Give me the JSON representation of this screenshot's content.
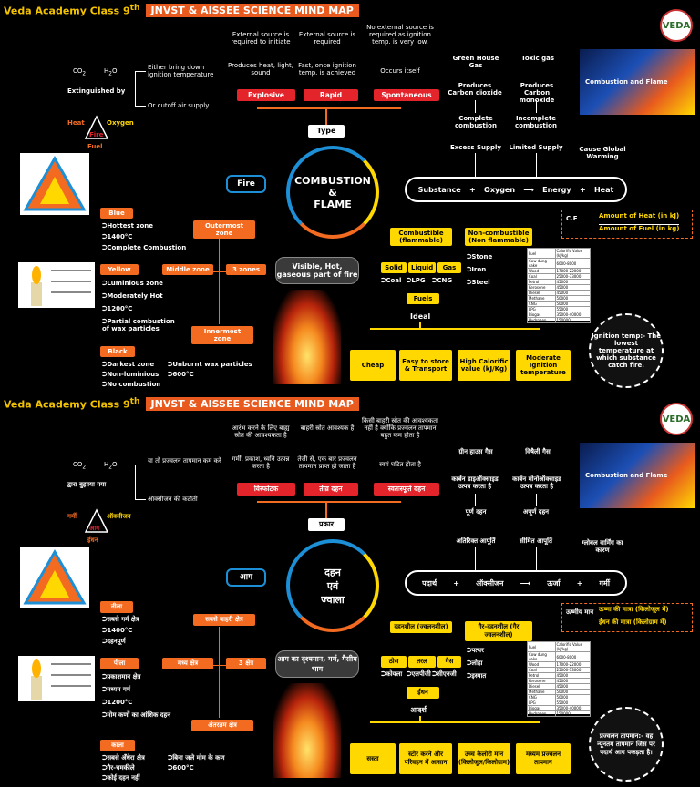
{
  "p1": {
    "brand": "Veda Academy Class 9",
    "brand_sup": "th",
    "title": "JNVST & AISSEE SCIENCE MIND MAP",
    "logo": "VEDA",
    "center": [
      "COMBUSTION",
      "&",
      "FLAME"
    ],
    "type": "Type",
    "types": [
      "Explosive",
      "Rapid",
      "Spontaneous"
    ],
    "type_desc": [
      "Produces heat, light, sound",
      "Fast, once ignition temp. is achieved",
      "Occurs itself"
    ],
    "type_src": [
      "External source is required to initiate",
      "External source is required",
      "No external source is required as ignition temp. is very low."
    ],
    "co2": "CO",
    "co2_sub": "2",
    "h2o": "H",
    "h2o_sub": "2",
    "h2o_o": "O",
    "ext_by": "Extinguished by",
    "ext1": "Either bring down ignition temperature",
    "ext2": "Or cutoff air supply",
    "tri_heat": "Heat",
    "tri_oxy": "Oxygen",
    "tri_fire": "Fire",
    "tri_fuel": "Fuel",
    "fire": "Fire",
    "subst": [
      "Substance",
      "+",
      "Oxygen",
      "⟶",
      "Energy",
      "+",
      "Heat"
    ],
    "excess": "Excess Supply",
    "limited": "Limited Supply",
    "complete": "Complete combustion",
    "incomplete": "Incomplete combustion",
    "prod_co2": "Produces Carbon dioxide",
    "prod_co": "Produces Carbon monoxide",
    "ghg": "Green House Gas",
    "toxic": "Toxic gas",
    "warming": "Cause Global Warming",
    "img_label": "Combustion and Flame",
    "cf": "C.F",
    "cf_num": "Amount of Heat (in kJ)",
    "cf_den": "Amount of Fuel (in kg)",
    "comb": "Combustible (flammable)",
    "noncomb": "Non-combustible (Non flammable)",
    "solid": "Solid",
    "liquid": "Liquid",
    "gas": "Gas",
    "coal": "Coal",
    "lpg": "LPG",
    "cng": "CNG",
    "stone": "Stone",
    "iron": "Iron",
    "steel": "Steel",
    "fuels": "Fuels",
    "ideal": "Ideal",
    "ideal_props": [
      "Cheap",
      "Easy to store & Transport",
      "High Calorific value (kJ/Kg)",
      "Moderate Ignition temperature"
    ],
    "ign": "Ignition temp:- The lowest temperature at which substance catch fire.",
    "visible": "Visible, Hot, gaseous part of fire",
    "zones": "3 zones",
    "outer": "Outermost zone",
    "middle": "Middle zone",
    "inner": "Innermost zone",
    "blue": "Blue",
    "blue_items": [
      "Hottest zone",
      "1400°C",
      "Complete Combustion"
    ],
    "yellow": "Yellow",
    "yellow_items": [
      "Luminious zone",
      "Moderately Hot",
      "1200°C",
      "Partial combustion of wax particles"
    ],
    "black": "Black",
    "black_items": [
      "Darkest zone",
      "Non-luminious",
      "No combustion"
    ],
    "black_items2": [
      "Unburnt wax particles",
      "600°C"
    ],
    "tbl_head": [
      "Fuel",
      "Calorific Value (kJ/kg)"
    ],
    "tbl_rows": [
      [
        "Cow dung cake",
        "6000-8000"
      ],
      [
        "Wood",
        "17000-22000"
      ],
      [
        "Coal",
        "25000-33000"
      ],
      [
        "Petrol",
        "45000"
      ],
      [
        "Kerosene",
        "45000"
      ],
      [
        "Diesel",
        "45000"
      ],
      [
        "Methane",
        "50000"
      ],
      [
        "CNG",
        "50000"
      ],
      [
        "LPG",
        "55000"
      ],
      [
        "Biogas",
        "35000-40000"
      ],
      [
        "Hydrogen",
        "150000"
      ]
    ]
  },
  "p2": {
    "brand": "Veda Academy Class 9",
    "brand_sup": "th",
    "title": "JNVST & AISSEE SCIENCE MIND MAP",
    "logo": "VEDA",
    "center": [
      "दहन",
      "एवं",
      "ज्वाला"
    ],
    "type": "प्रकार",
    "types": [
      "विस्फोटक",
      "तीव्र दहन",
      "स्वतःस्फूर्त दहन"
    ],
    "type_desc": [
      "गर्मी, प्रकाश, ध्वनि उत्पन्न करता है",
      "तेजी से, एक बार प्रज्वलन तापमान प्राप्त हो जाता है",
      "स्वयं घटित होता है"
    ],
    "type_src": [
      "आरंभ करने के लिए बाह्य स्रोत की आवश्यकता है",
      "बाहरी स्रोत आवश्यक है",
      "किसी बाहरी स्रोत की आवश्यकता नहीं है क्योंकि प्रज्वलन तापमान बहुत कम होता है"
    ],
    "co2": "CO",
    "co2_sub": "2",
    "h2o": "H",
    "h2o_sub": "2",
    "h2o_o": "O",
    "ext_by": "द्वारा बुझाया गया",
    "ext1": "या तो प्रज्वलन तापमान कम करें",
    "ext2": "ऑक्सीजन की कटौती",
    "tri_heat": "गर्मी",
    "tri_oxy": "ऑक्सीजन",
    "tri_fire": "आग",
    "tri_fuel": "ईंधन",
    "fire": "आग",
    "subst": [
      "पदार्थ",
      "+",
      "ऑक्सीजन",
      "⟶",
      "ऊर्जा",
      "+",
      "गर्मी"
    ],
    "excess": "अतिरिक्त आपूर्ति",
    "limited": "सीमित आपूर्ति",
    "complete": "पूर्ण दहन",
    "incomplete": "अपूर्ण दहन",
    "prod_co2": "कार्बन डाइऑक्साइड उत्पन्न करता है",
    "prod_co": "कार्बन मोनोऑक्साइड उत्पन्न करता है",
    "ghg": "ग्रीन हाउस गैस",
    "toxic": "विषैली गैस",
    "warming": "ग्लोबल वार्मिंग का कारण",
    "img_label": "Combustion and Flame",
    "cf": "ऊष्मीय मान",
    "cf_num": "ऊष्मा की मात्रा (किलोजूल में)",
    "cf_den": "ईंधन की मात्रा (किलोग्राम में)",
    "comb": "दहनशील (ज्वलनशील)",
    "noncomb": "गैर-दहनशील (गैर ज्वलनशील)",
    "solid": "ठोस",
    "liquid": "तरल",
    "gas": "गैस",
    "coal": "कोयला",
    "lpg": "एलपीजी",
    "cng": "सीएनजी",
    "stone": "पत्थर",
    "iron": "लोहा",
    "steel": "इस्पात",
    "fuels": "ईंधन",
    "ideal": "आदर्श",
    "ideal_props": [
      "सस्ता",
      "स्टोर करने और परिवहन में आसान",
      "उच्च कैलोरी मान (किलोजूल/किलोग्राम)",
      "मध्यम प्रज्वलन तापमान"
    ],
    "ign": "प्रज्वलन तापमान:- वह न्यूनतम तापमान जिस पर पदार्थ आग पकड़ता है।",
    "visible": "आग का दृश्यमान, गर्म, गैसीय भाग",
    "zones": "3 क्षेत्र",
    "outer": "सबसे बाहरी क्षेत्र",
    "middle": "मध्य क्षेत्र",
    "inner": "अंतरतम क्षेत्र",
    "blue": "नीला",
    "blue_items": [
      "सबसे गर्म क्षेत्र",
      "1400°C",
      "दहनपूर्ण"
    ],
    "yellow": "पीला",
    "yellow_items": [
      "प्रकाशमान क्षेत्र",
      "मध्यम गर्म",
      "1200°C",
      "मोम कणों का आंशिक दहन"
    ],
    "black": "काला",
    "black_items": [
      "सबसे अँधेरा क्षेत्र",
      "गैर-चमकीले",
      "कोई दहन नहीं"
    ],
    "black_items2": [
      "बिना जले मोम के कण",
      "600°C"
    ],
    "tbl_head": [
      "Fuel",
      "Calorific Value (kJ/kg)"
    ],
    "tbl_rows": [
      [
        "Cow dung cake",
        "6000-8000"
      ],
      [
        "Wood",
        "17000-22000"
      ],
      [
        "Coal",
        "25000-33000"
      ],
      [
        "Petrol",
        "45000"
      ],
      [
        "Kerosene",
        "45000"
      ],
      [
        "Diesel",
        "45000"
      ],
      [
        "Methane",
        "50000"
      ],
      [
        "CNG",
        "50000"
      ],
      [
        "LPG",
        "55000"
      ],
      [
        "Biogas",
        "35000-40000"
      ],
      [
        "Hydrogen",
        "150000"
      ]
    ]
  }
}
